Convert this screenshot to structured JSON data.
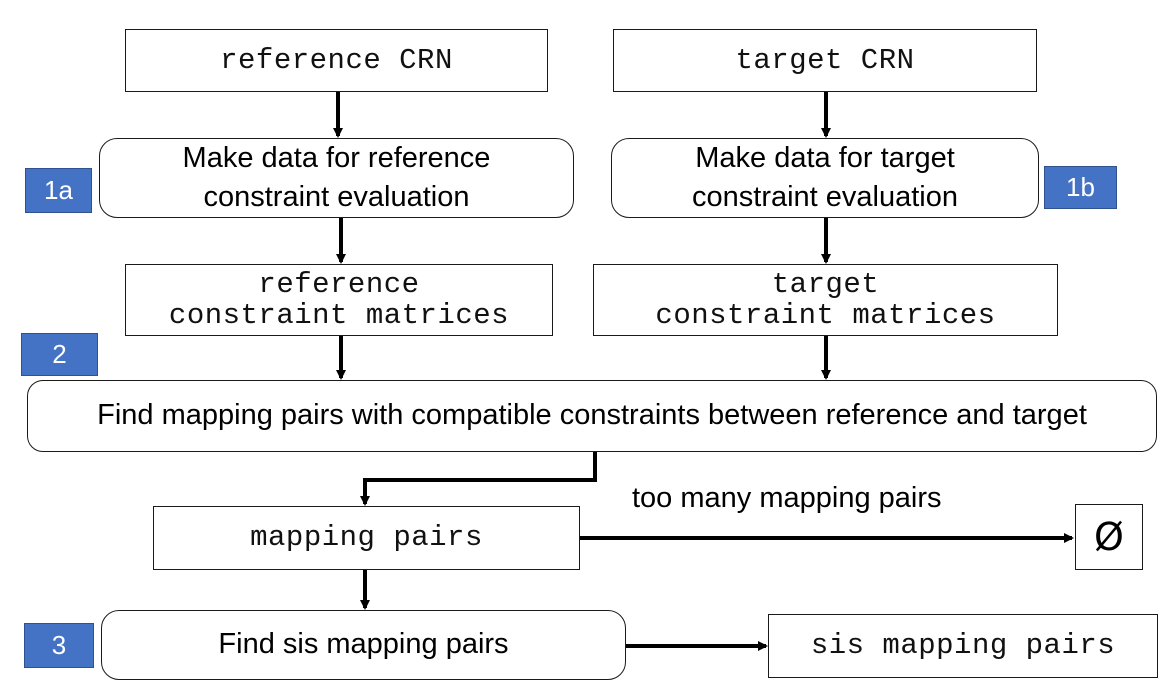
{
  "nodes": {
    "reference_crn": "reference CRN",
    "target_crn": "target CRN",
    "make_ref_data": [
      "Make data for reference",
      "constraint evaluation"
    ],
    "make_target_data": [
      "Make data for target",
      "constraint evaluation"
    ],
    "ref_matrices": [
      "reference",
      "constraint matrices"
    ],
    "target_matrices": [
      "target",
      "constraint matrices"
    ],
    "find_mapping_pairs": "Find mapping pairs with compatible constraints between reference and target",
    "mapping_pairs": "mapping pairs",
    "empty_set": "Ø",
    "find_sis": "Find sis mapping pairs",
    "sis_mapping_pairs": "sis mapping pairs"
  },
  "edge_labels": {
    "too_many": "too many mapping pairs"
  },
  "badges": {
    "step_1a": "1a",
    "step_1b": "1b",
    "step_2": "2",
    "step_3": "3"
  },
  "colors": {
    "badge_fill": "#4472C4",
    "badge_text": "#FFFFFF",
    "line": "#000000"
  }
}
